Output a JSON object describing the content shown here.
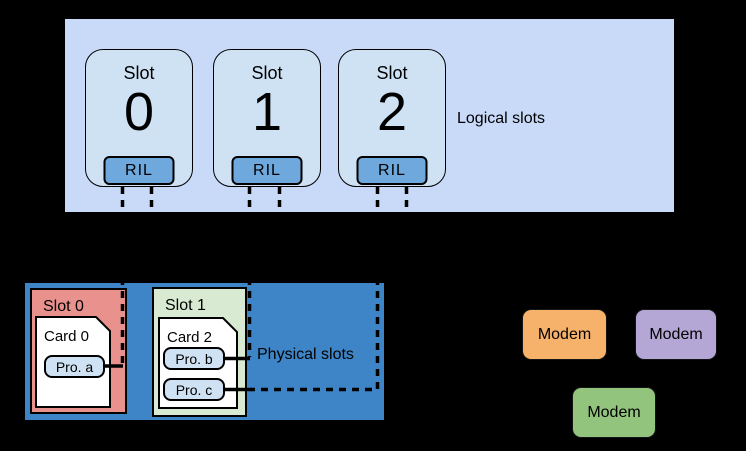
{
  "colors": {
    "background": "#000000",
    "logical_box_bg": "#C9DAF8",
    "slot_card_bg": "#CFE2F3",
    "ril_bg": "#6FA8DC",
    "physical_box_bg": "#3D85C6",
    "pslot0_bg": "#E9918C",
    "pslot1_bg": "#D9EAD3",
    "card_bg": "#FFFFFF",
    "profile_bg": "#CFE2F3",
    "modem1_bg": "#F6B26B",
    "modem2_bg": "#B4A7D6",
    "modem3_bg": "#93C47D"
  },
  "logical": {
    "label": "Logical slots",
    "slots": [
      {
        "name": "Slot",
        "number": "0",
        "badge": "RIL"
      },
      {
        "name": "Slot",
        "number": "1",
        "badge": "RIL"
      },
      {
        "name": "Slot",
        "number": "2",
        "badge": "RIL"
      }
    ]
  },
  "physical": {
    "label": "Physical slots",
    "slots": [
      {
        "title": "Slot 0",
        "card": {
          "title": "Card 0",
          "profiles": [
            "Pro. a"
          ]
        }
      },
      {
        "title": "Slot 1",
        "card": {
          "title": "Card 2",
          "profiles": [
            "Pro. b",
            "Pro. c"
          ]
        }
      }
    ]
  },
  "modems": [
    {
      "label": "Modem"
    },
    {
      "label": "Modem"
    },
    {
      "label": "Modem"
    }
  ],
  "connections": [
    {
      "from": "RIL 0",
      "to": "Pro. a",
      "style": "dashed"
    },
    {
      "from": "RIL 1",
      "to": "Pro. b",
      "style": "dashed"
    },
    {
      "from": "RIL 2",
      "to": "Pro. c",
      "style": "dashed"
    }
  ]
}
